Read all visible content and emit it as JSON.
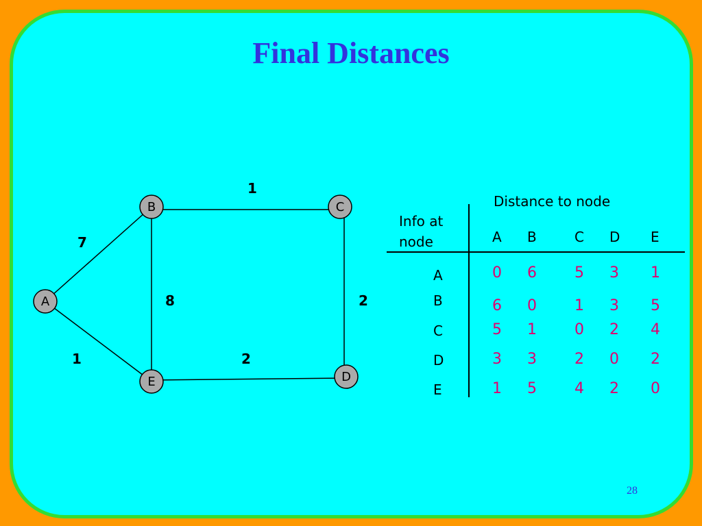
{
  "title": "Final Distances",
  "page_number": "28",
  "graph": {
    "nodes": [
      "A",
      "B",
      "C",
      "D",
      "E"
    ],
    "edges": [
      {
        "from": "A",
        "to": "B",
        "weight": "7"
      },
      {
        "from": "B",
        "to": "C",
        "weight": "1"
      },
      {
        "from": "C",
        "to": "D",
        "weight": "2"
      },
      {
        "from": "D",
        "to": "E",
        "weight": "2"
      },
      {
        "from": "B",
        "to": "E",
        "weight": "8"
      },
      {
        "from": "A",
        "to": "E",
        "weight": "1"
      }
    ]
  },
  "table": {
    "header_top": "Distance to node",
    "row_header": "Info at\nnode",
    "columns": [
      "A",
      "B",
      "C",
      "D",
      "E"
    ],
    "rows": [
      {
        "label": "A",
        "values": [
          "0",
          "6",
          "5",
          "3",
          "1"
        ]
      },
      {
        "label": "B",
        "values": [
          "6",
          "0",
          "1",
          "3",
          "5"
        ]
      },
      {
        "label": "C",
        "values": [
          "5",
          "1",
          "0",
          "2",
          "4"
        ]
      },
      {
        "label": "D",
        "values": [
          "3",
          "3",
          "2",
          "0",
          "2"
        ]
      },
      {
        "label": "E",
        "values": [
          "1",
          "5",
          "4",
          "2",
          "0"
        ]
      }
    ]
  },
  "colors": {
    "background": "#FF9900",
    "panel": "#00FFFF",
    "panel_border": "#33DD33",
    "title": "#3333DD",
    "values": "#E0006E",
    "node_fill": "#AAAAAA"
  }
}
